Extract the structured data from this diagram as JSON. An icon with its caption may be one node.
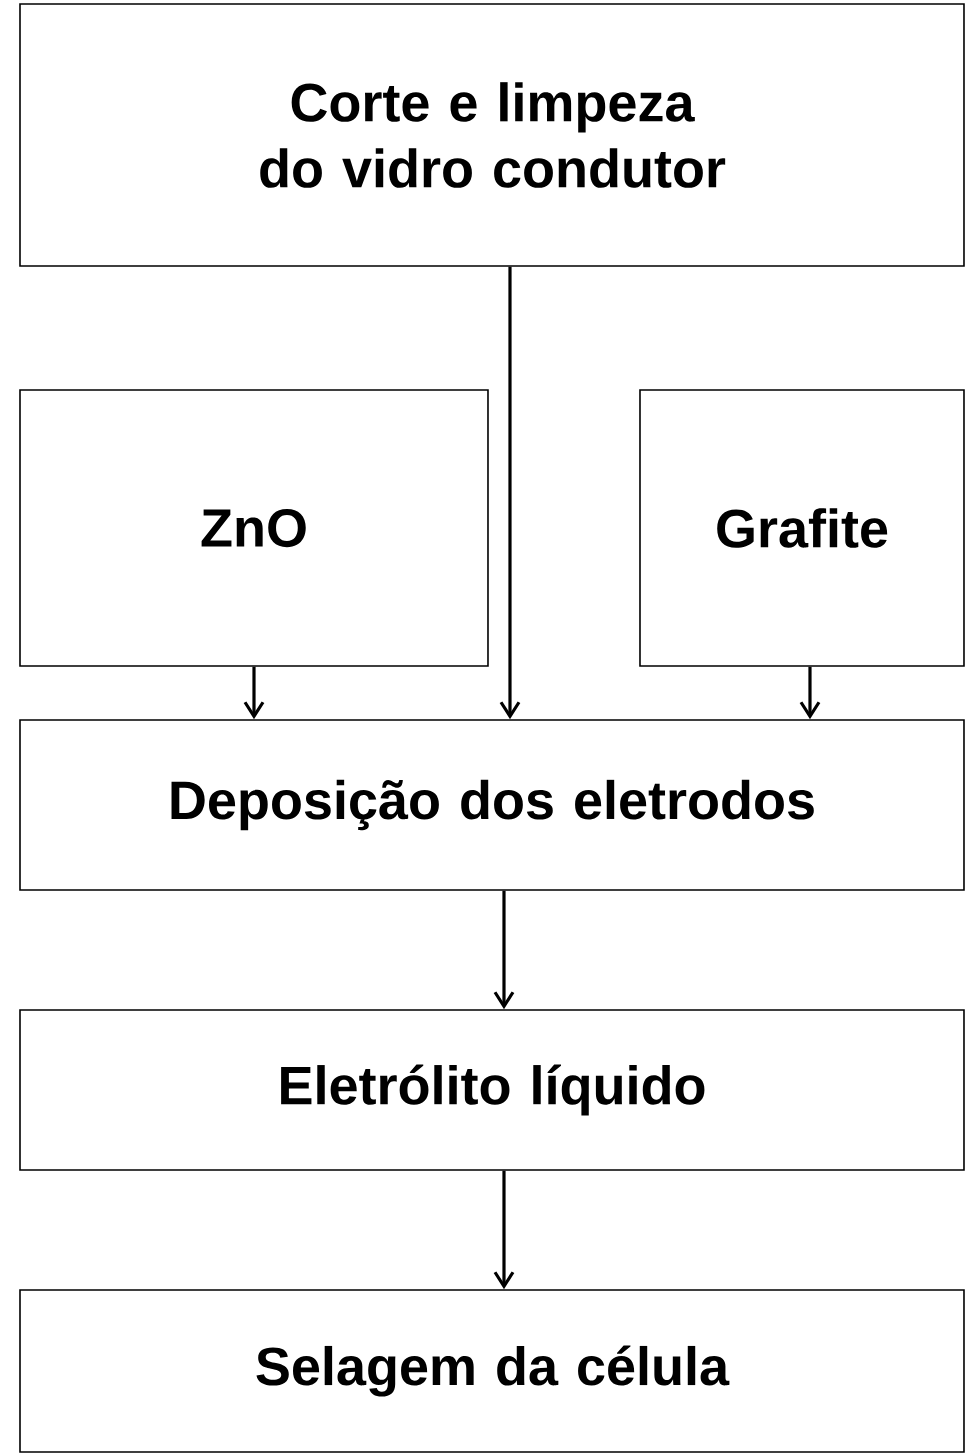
{
  "diagram": {
    "nodes": [
      {
        "text": [
          "Corte e limpeza do vidro condutor"
        ]
      },
      {
        "text": [
          "ZnO"
        ]
      },
      {
        "text": [
          "Grafite"
        ]
      },
      {
        "text": [
          "Deposição dos eletrodos"
        ]
      },
      {
        "text": [
          "Eletrólito líquido"
        ]
      },
      {
        "text": [
          "Selagem da célula"
        ]
      }
    ],
    "edges": [
      {
        "from": 1,
        "to": 3,
        "arrow": "to"
      },
      {
        "from": 0,
        "to": 3,
        "arrow": "to"
      },
      {
        "from": 2,
        "to": 3,
        "arrow": "to"
      },
      {
        "from": 3,
        "to": 4,
        "arrow": "to"
      },
      {
        "from": 4,
        "to": 5,
        "arrow": "to"
      }
    ]
  }
}
